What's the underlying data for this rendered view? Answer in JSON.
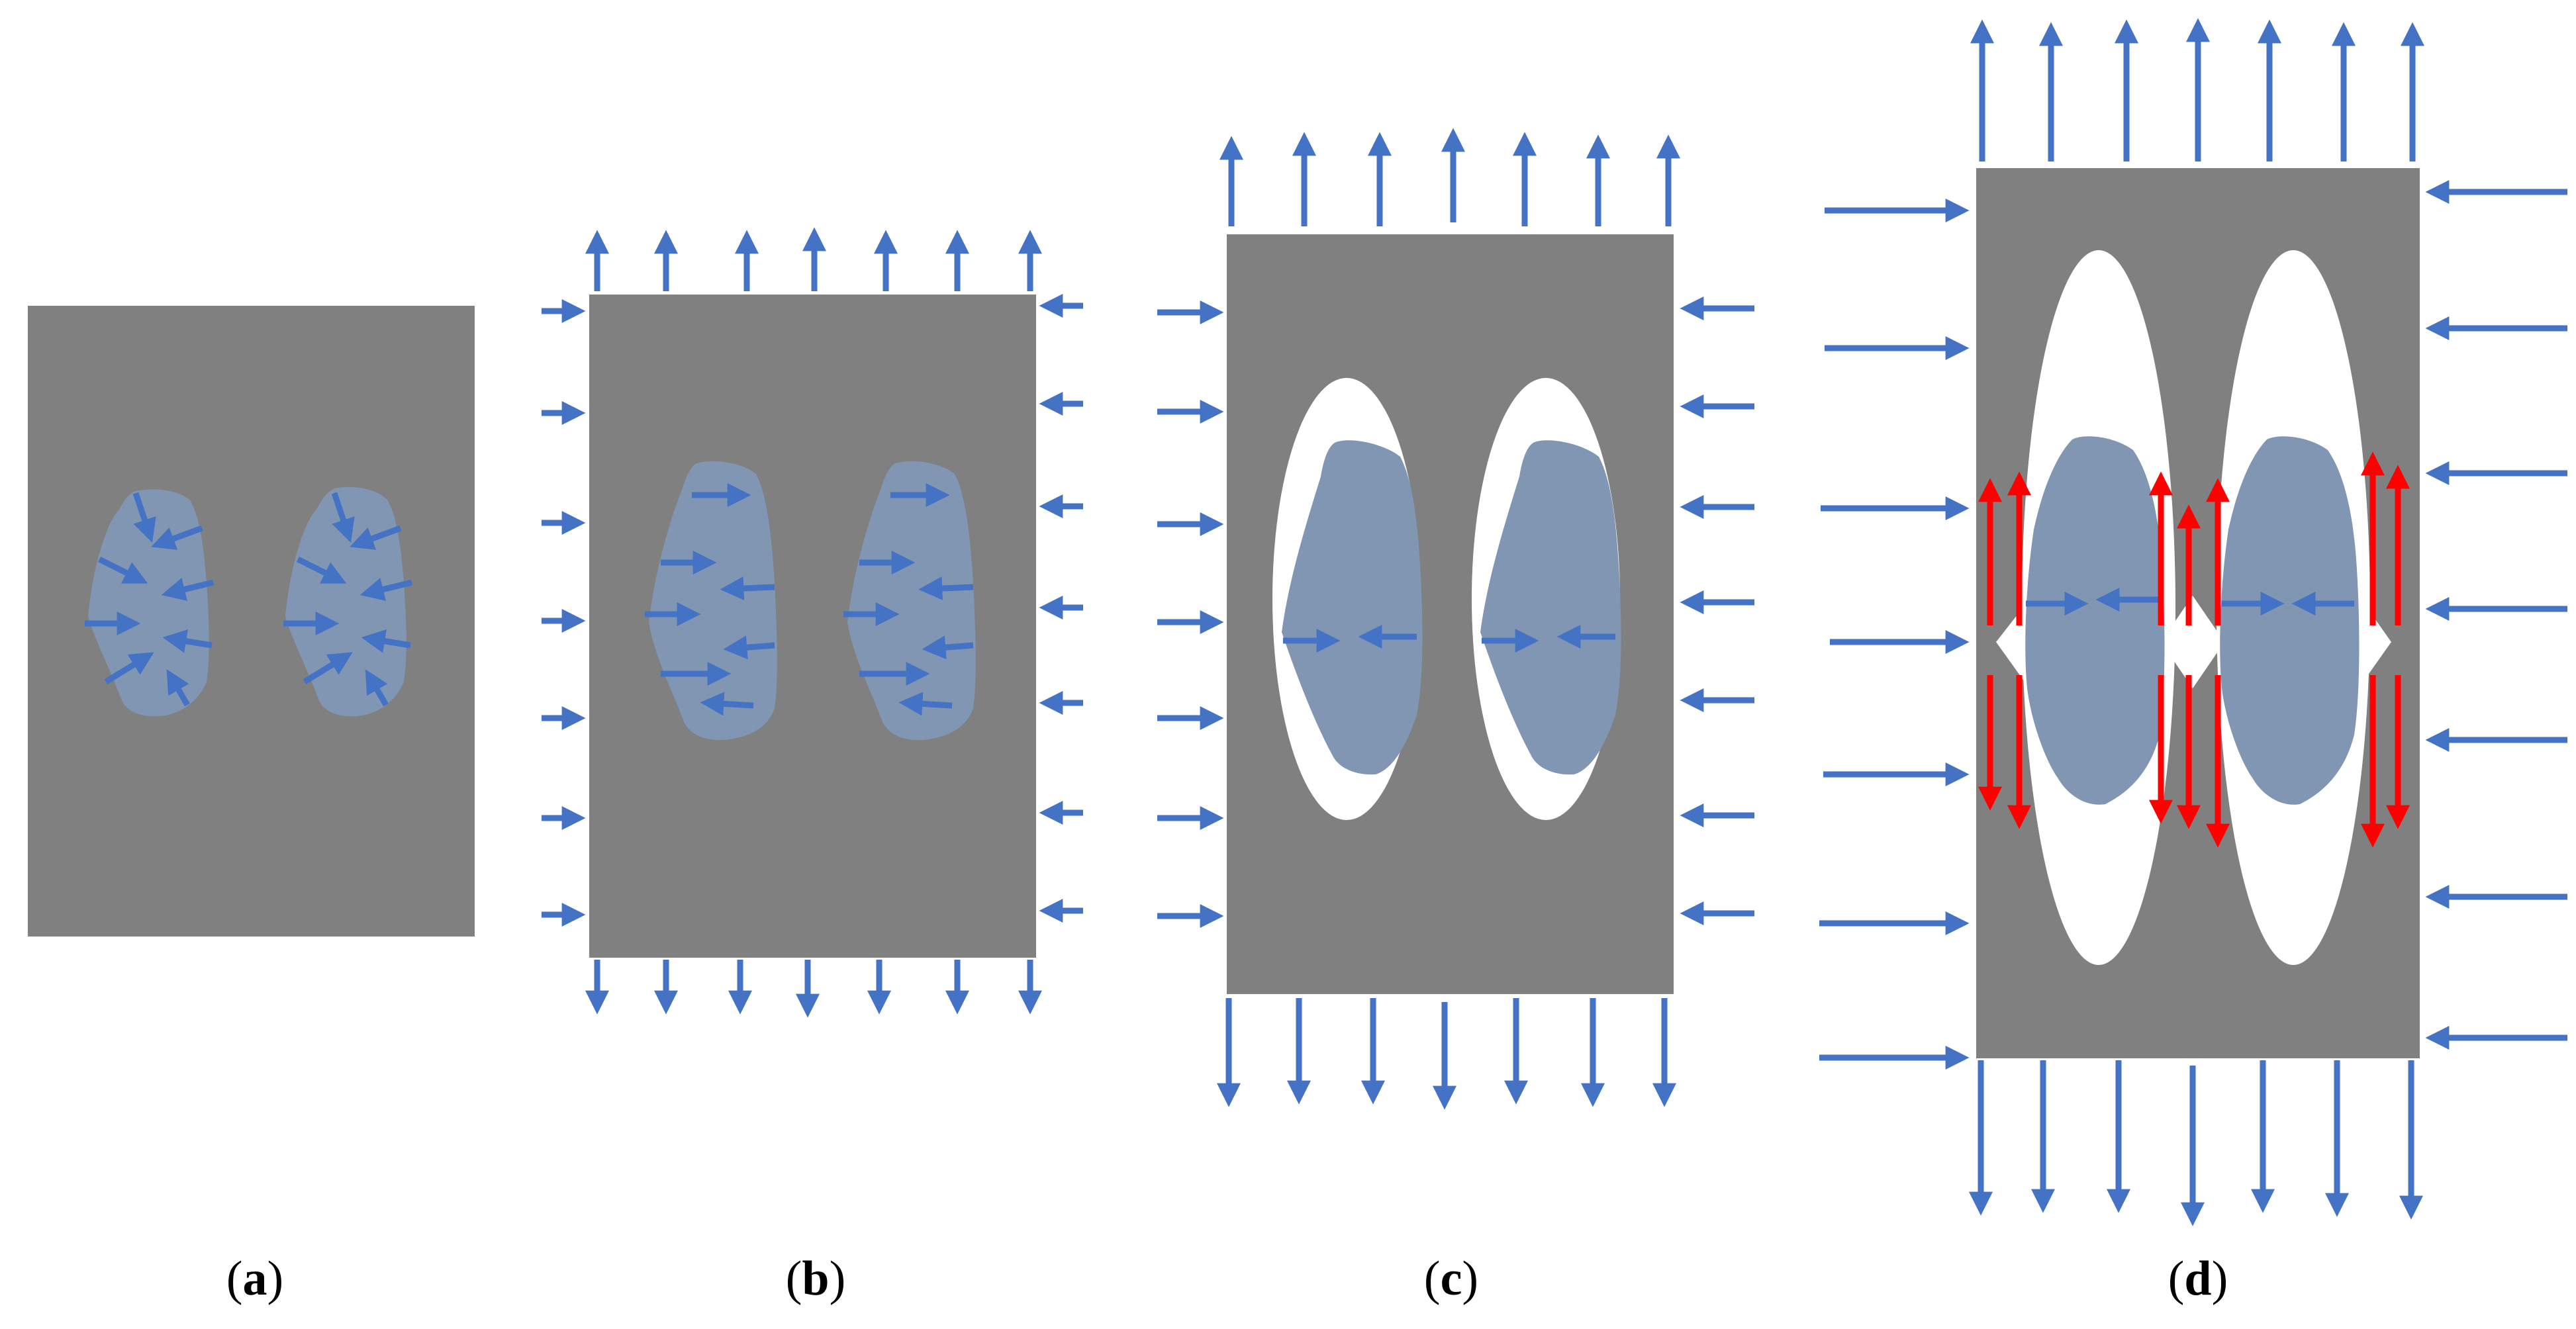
{
  "figure": {
    "panels": [
      {
        "id": "a",
        "label_letter": "a"
      },
      {
        "id": "b",
        "label_letter": "b"
      },
      {
        "id": "c",
        "label_letter": "c"
      },
      {
        "id": "d",
        "label_letter": "d"
      }
    ]
  },
  "colors": {
    "matrix": "#808080",
    "particle": "#8196b2",
    "arrow_blue": "#4472c4",
    "arrow_red": "#ff0000",
    "void": "#ffffff",
    "background": "#ffffff"
  },
  "icons": {
    "arrow": "arrow-icon"
  }
}
